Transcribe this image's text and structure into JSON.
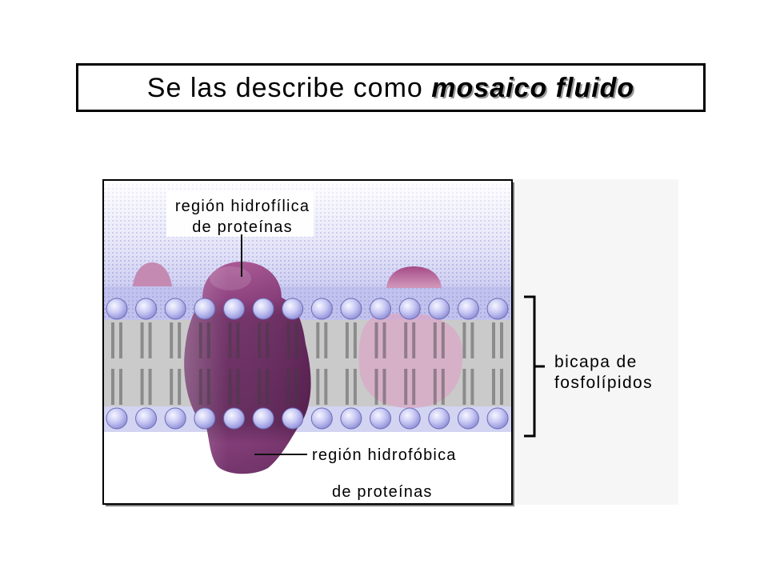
{
  "slide": {
    "title_prefix": "Se las describe como ",
    "title_emphasis": "mosaico fluido"
  },
  "diagram": {
    "hydrophilic_label_line1": "región hidrofílica",
    "hydrophilic_label_line2": "de proteínas",
    "hydrophobic_label_line1": "región hidrofóbica",
    "hydrophobic_label_line2": "de proteínas",
    "bilayer_label_line1": "bicapa de",
    "bilayer_label_line2": "fosfolípidos"
  }
}
